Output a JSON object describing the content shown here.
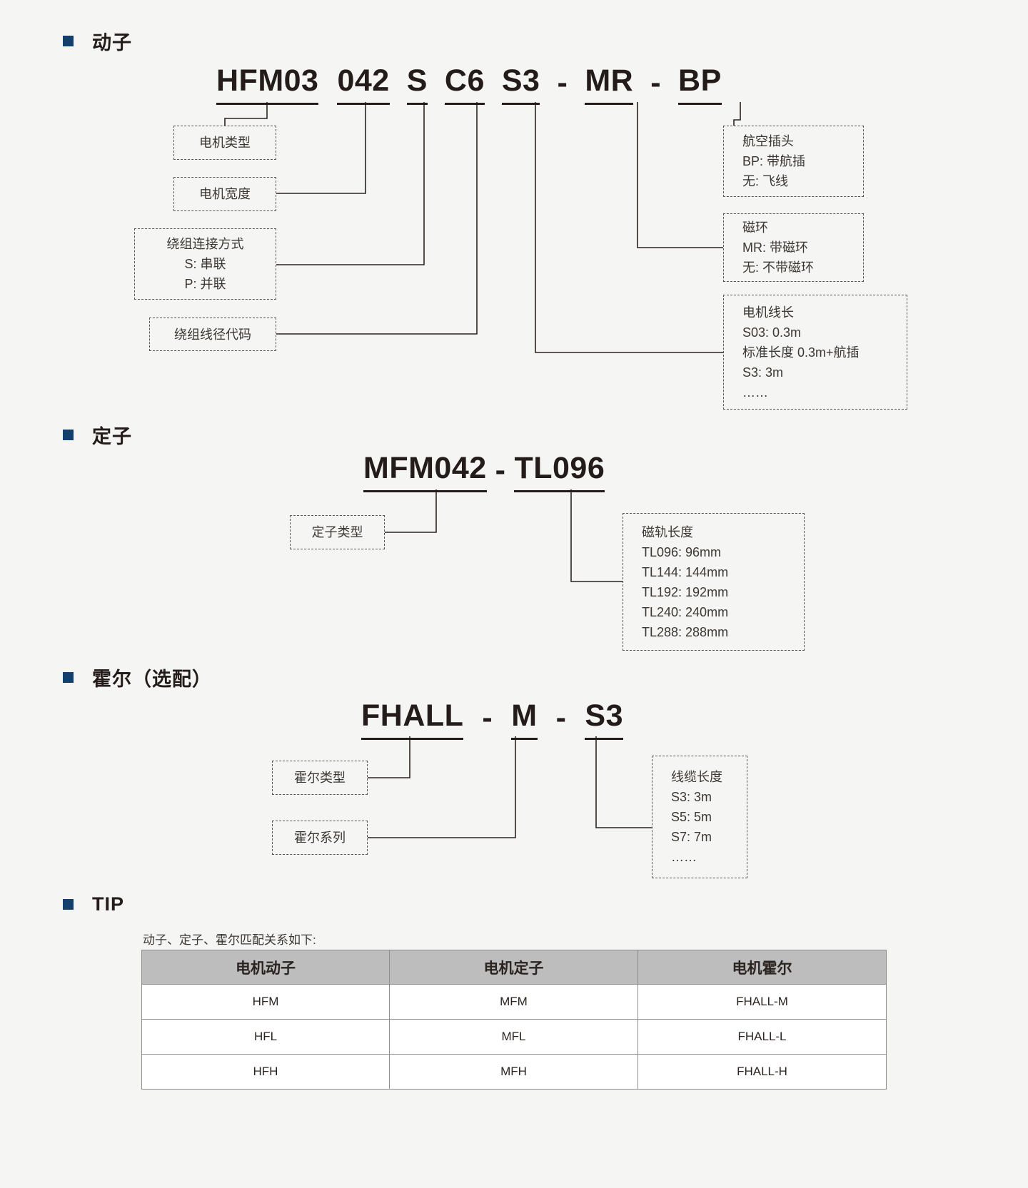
{
  "theme": {
    "bullet_color": "#123f6b",
    "ink": "#231c1a",
    "header_bg": "#bdbdbd"
  },
  "sections": {
    "mover": {
      "title": "动子"
    },
    "stator": {
      "title": "定子"
    },
    "hall": {
      "title": "霍尔（选配）"
    },
    "tip": {
      "title": "TIP"
    }
  },
  "mover_code": {
    "segments": [
      {
        "text": "HFM03",
        "underline": true
      },
      {
        "text": "042",
        "underline": true
      },
      {
        "text": "S",
        "underline": true
      },
      {
        "text": "C6",
        "underline": true
      },
      {
        "text": "S3",
        "underline": true
      },
      {
        "text": "-",
        "underline": false
      },
      {
        "text": "MR",
        "underline": true
      },
      {
        "text": "-",
        "underline": false
      },
      {
        "text": "BP",
        "underline": true
      }
    ]
  },
  "mover_boxes": {
    "motor_type": {
      "lines": [
        "电机类型"
      ]
    },
    "motor_width": {
      "lines": [
        "电机宽度"
      ]
    },
    "winding_conn": {
      "lines": [
        "绕组连接方式",
        "S:  串联",
        "P:  并联"
      ]
    },
    "wire_gauge": {
      "lines": [
        "绕组线径代码"
      ]
    },
    "aviation_plug": {
      "lines": [
        "航空插头",
        "BP:  带航插",
        "无:  飞线"
      ]
    },
    "magnet_ring": {
      "lines": [
        "磁环",
        "MR:  带磁环",
        "无:  不带磁环"
      ]
    },
    "cable_length": {
      "lines": [
        "电机线长",
        "S03:  0.3m",
        "标准长度 0.3m+航插",
        "S3:  3m",
        "……"
      ]
    }
  },
  "stator_code": {
    "segments": [
      {
        "text": "MFM042",
        "underline": true
      },
      {
        "text": "-",
        "underline": false
      },
      {
        "text": "TL096",
        "underline": true
      }
    ]
  },
  "stator_boxes": {
    "stator_type": {
      "lines": [
        "定子类型"
      ]
    },
    "rail_length": {
      "lines": [
        "磁轨长度",
        "TL096:  96mm",
        "TL144:  144mm",
        "TL192:  192mm",
        "TL240:  240mm",
        "TL288:  288mm"
      ]
    }
  },
  "hall_code": {
    "segments": [
      {
        "text": "FHALL",
        "underline": true
      },
      {
        "text": "-",
        "underline": false
      },
      {
        "text": "M",
        "underline": true
      },
      {
        "text": "-",
        "underline": false
      },
      {
        "text": "S3",
        "underline": true
      }
    ]
  },
  "hall_boxes": {
    "hall_type": {
      "lines": [
        "霍尔类型"
      ]
    },
    "hall_series": {
      "lines": [
        "霍尔系列"
      ]
    },
    "cable_length": {
      "lines": [
        "线缆长度",
        "S3:  3m",
        "S5:  5m",
        "S7:  7m",
        "……"
      ]
    }
  },
  "tip": {
    "note": "动子、定子、霍尔匹配关系如下:",
    "table": {
      "headers": [
        "电机动子",
        "电机定子",
        "电机霍尔"
      ],
      "rows": [
        [
          "HFM",
          "MFM",
          "FHALL-M"
        ],
        [
          "HFL",
          "MFL",
          "FHALL-L"
        ],
        [
          "HFH",
          "MFH",
          "FHALL-H"
        ]
      ]
    }
  }
}
